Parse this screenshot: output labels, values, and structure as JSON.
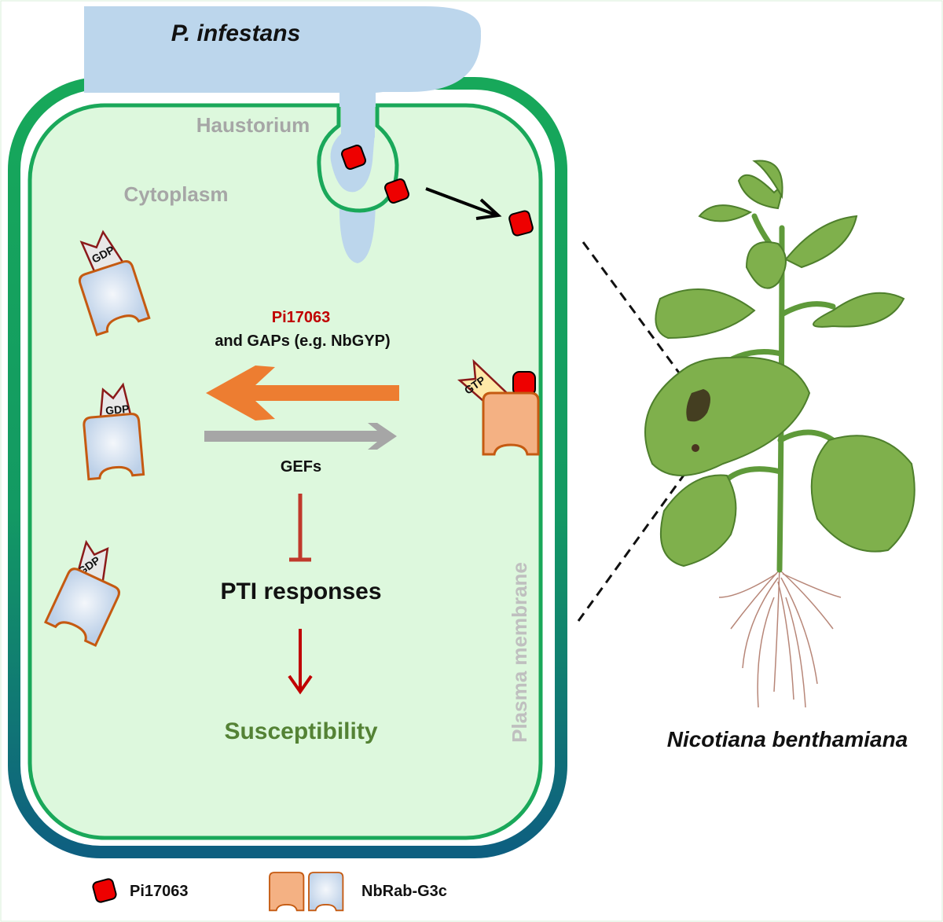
{
  "pathogen": {
    "label": "P. infestans"
  },
  "cell": {
    "haustorium_label": "Haustorium",
    "cytoplasm_label": "Cytoplasm",
    "membrane_label": "Plasma membrane"
  },
  "proteins": {
    "gdp_label": "GDP",
    "gtp_label": "GTP"
  },
  "pathway": {
    "effector_label": "Pi17063",
    "gap_label": "and GAPs (e.g. NbGYP)",
    "gef_label": "GEFs",
    "pti_label": "PTI responses",
    "outcome_label": "Susceptibility"
  },
  "plant": {
    "label": "Nicotiana benthamiana"
  },
  "legend": {
    "effector_label": "Pi17063",
    "rab_label": "NbRab-G3c"
  },
  "colors": {
    "cell_wall_top": "#17a85a",
    "cell_wall_bottom": "#0e5f80",
    "cytoplasm": "#ddf8dd",
    "pathogen": "#bcd6ec",
    "effector": "#ee0000",
    "gap_arrow": "#ed7d31",
    "gef_arrow": "#a6a6a6",
    "inhibition": "#c0392b",
    "susceptibility": "#548235",
    "rab_active": "#f4b183",
    "rab_inactive": "#dde8f4"
  }
}
